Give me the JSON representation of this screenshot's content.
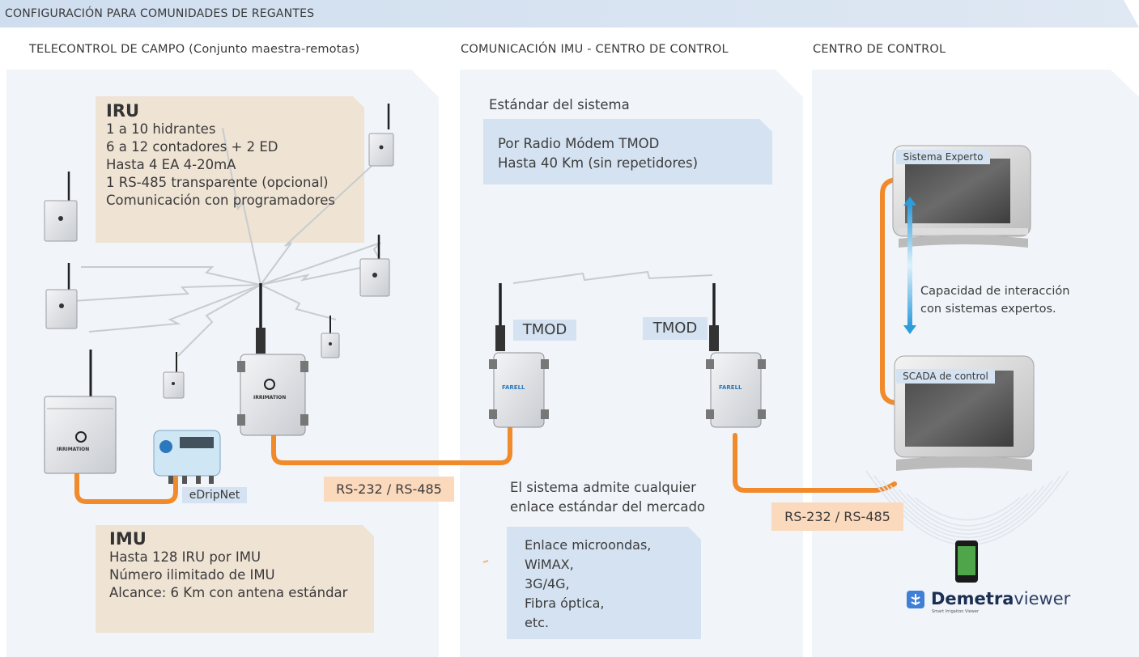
{
  "banner": {
    "title": "CONFIGURACIÓN PARA COMUNIDADES DE REGANTES"
  },
  "columns": {
    "field": "TELECONTROL DE CAMPO (Conjunto maestra-remotas)",
    "comm": "COMUNICACIÓN IMU - CENTRO DE CONTROL",
    "control": "CENTRO DE CONTROL"
  },
  "iru": {
    "title": "IRU",
    "lines": [
      "1 a 10 hidrantes",
      "6 a 12 contadores + 2 ED",
      "Hasta 4 EA 4-20mA",
      "1 RS-485 transparente (opcional)",
      "Comunicación con programadores"
    ]
  },
  "imu": {
    "title": "IMU",
    "lines": [
      "Hasta 128 IRU por IMU",
      "Número ilimitado de IMU",
      "Alcance: 6 Km con antena estándar"
    ]
  },
  "device_labels": {
    "edripnet": "eDripNet",
    "tmod_left": "TMOD",
    "tmod_right": "TMOD",
    "rs_left": "RS-232 / RS-485",
    "rs_right": "RS-232 / RS-485",
    "irrimation_brand": "IRRIMATION",
    "farell_brand": "FARELL"
  },
  "system_standard": {
    "heading": "Estándar del sistema",
    "lines": [
      "Por Radio Módem TMOD",
      "Hasta 40 Km (sin repetidores)"
    ]
  },
  "any_link": {
    "lines": [
      "El sistema admite cualquier",
      "enlace estándar del mercado"
    ]
  },
  "links_list": {
    "items": [
      "Enlace microondas,",
      "WiMAX,",
      "3G/4G,",
      "Fibra óptica,",
      "etc."
    ]
  },
  "monitors": {
    "expert": "Sistema Experto",
    "scada": "SCADA de  control"
  },
  "interaction": {
    "lines": [
      "Capacidad de interacción",
      "con sistemas expertos."
    ]
  },
  "demetra": {
    "brand_bold": "Demetra",
    "brand_light": "viewer",
    "tagline": "Smart Irrigation Viewer"
  },
  "colors": {
    "banner": "#d4e2f1",
    "panel": "#f1f4f9",
    "beige": "#efe3d4",
    "orange": "#f08a2a",
    "tag_blue": "#d4e2f1",
    "tag_orange": "#fbd9bd"
  }
}
